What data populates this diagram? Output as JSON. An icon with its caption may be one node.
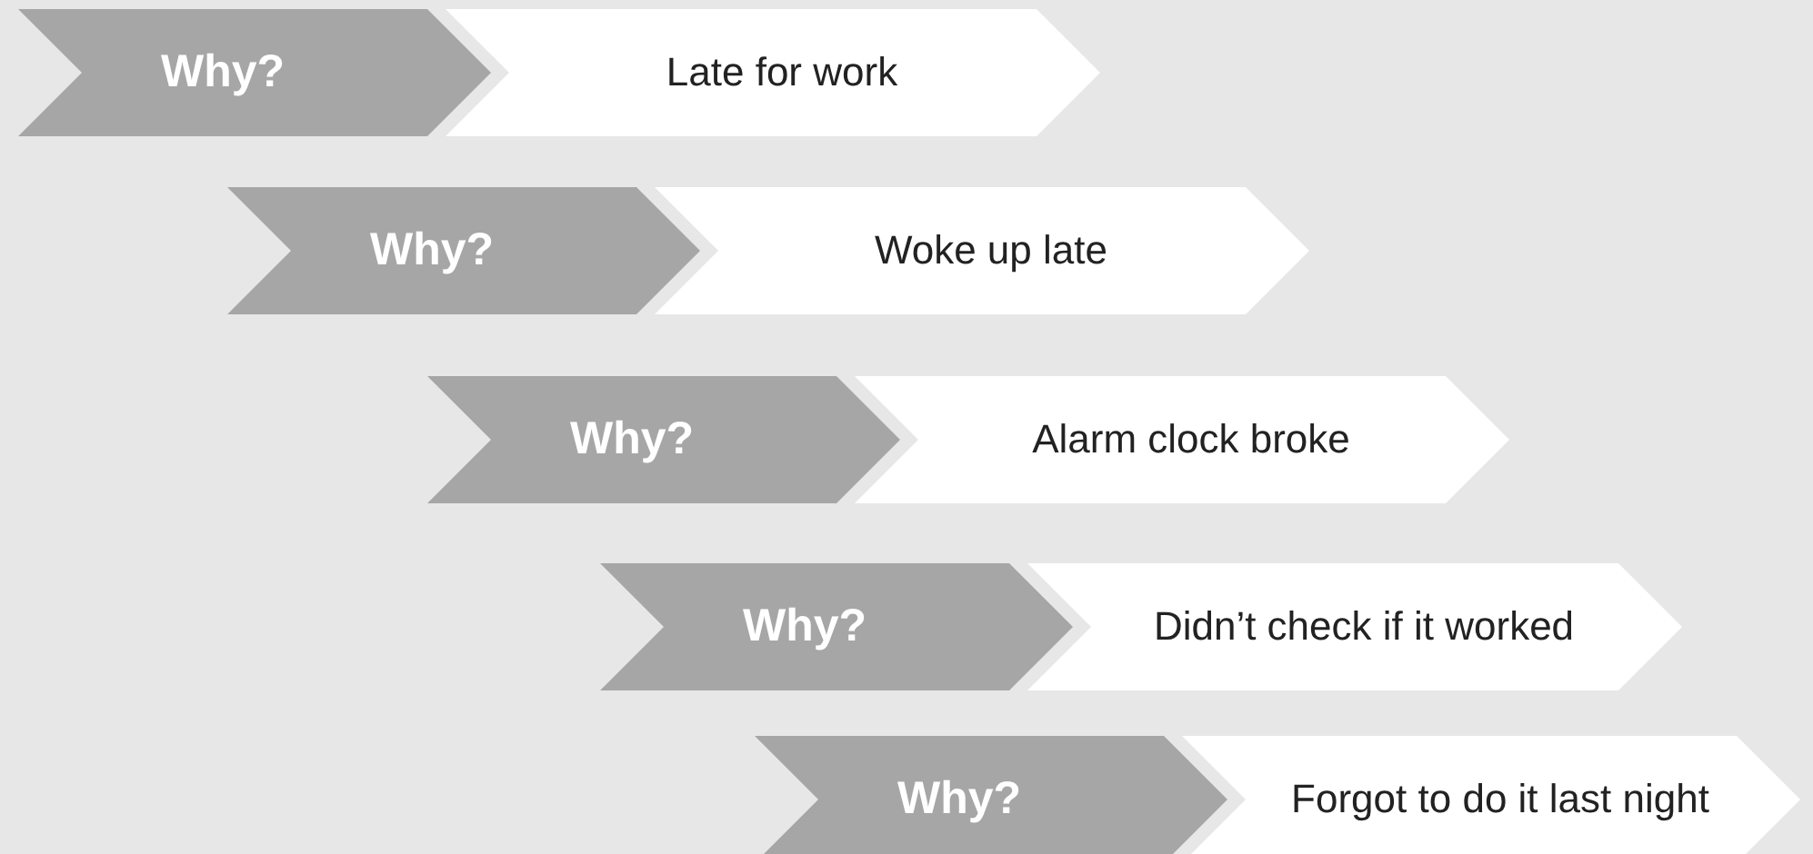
{
  "diagram": {
    "nodes": [
      {
        "text": [
          "Why?"
        ]
      },
      {
        "text": [
          "Late for work"
        ]
      },
      {
        "text": [
          "Why?"
        ]
      },
      {
        "text": [
          "Woke up late"
        ]
      },
      {
        "text": [
          "Why?"
        ]
      },
      {
        "text": [
          "Alarm clock broke"
        ]
      },
      {
        "text": [
          "Why?"
        ]
      },
      {
        "text": [
          "Didn’t check if it worked"
        ]
      },
      {
        "text": [
          "Why?"
        ]
      },
      {
        "text": [
          "Forgot to do it last night"
        ]
      }
    ]
  }
}
